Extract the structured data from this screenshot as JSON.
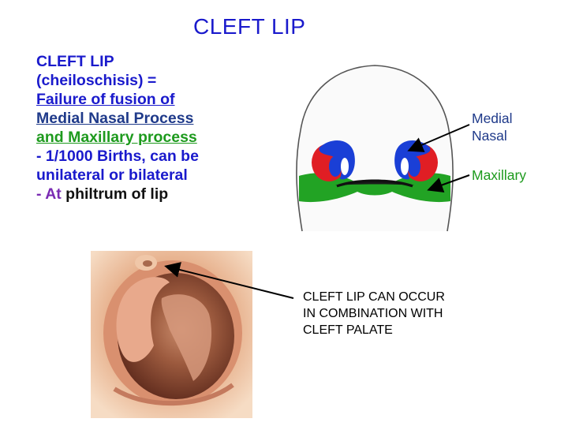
{
  "slide": {
    "title": "CLEFT LIP",
    "lines": [
      "CLEFT LIP",
      "(cheiloschisis) =",
      "Failure of fusion of",
      "Medial Nasal Process",
      "and Maxillary process",
      "- 1/1000 Births, can be",
      "unilateral or bilateral"
    ],
    "last_line": {
      "prefix": "- At",
      "rest": " philtrum of lip"
    }
  },
  "diagram": {
    "label_medial_line1": "Medial",
    "label_medial_line2": "Nasal",
    "label_maxillary": "Maxillary",
    "colors": {
      "medial": "#1a3fd6",
      "maxillary": "#e01e24",
      "palate": "#22a324"
    }
  },
  "note": {
    "line1": "CLEFT LIP CAN OCCUR",
    "line2": "IN COMBINATION WITH",
    "line3": "CLEFT PALATE"
  }
}
